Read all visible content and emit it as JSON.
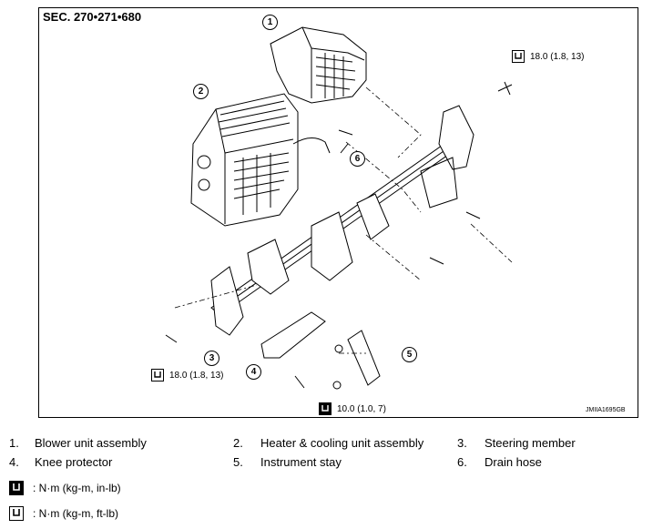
{
  "section_label": "SEC. 270•271•680",
  "figure_id": "JMIIA1695GB",
  "callouts": [
    "1",
    "2",
    "3",
    "4",
    "5",
    "6"
  ],
  "torques": {
    "top_right": "18.0 (1.8, 13)",
    "left": "18.0 (1.8, 13)",
    "bottom": "10.0 (1.0, 7)"
  },
  "legend": [
    {
      "num": "1.",
      "label": "Blower unit assembly"
    },
    {
      "num": "2.",
      "label": "Heater & cooling unit assembly"
    },
    {
      "num": "3.",
      "label": "Steering member"
    },
    {
      "num": "4.",
      "label": "Knee protector"
    },
    {
      "num": "5.",
      "label": "Instrument stay"
    },
    {
      "num": "6.",
      "label": "Drain hose"
    }
  ],
  "units": {
    "filled": ": N·m (kg-m, in-lb)",
    "open": ": N·m (kg-m, ft-lb)"
  },
  "icons": {
    "filled_torque": "torque-wrench-filled-icon",
    "open_torque": "torque-wrench-open-icon"
  }
}
